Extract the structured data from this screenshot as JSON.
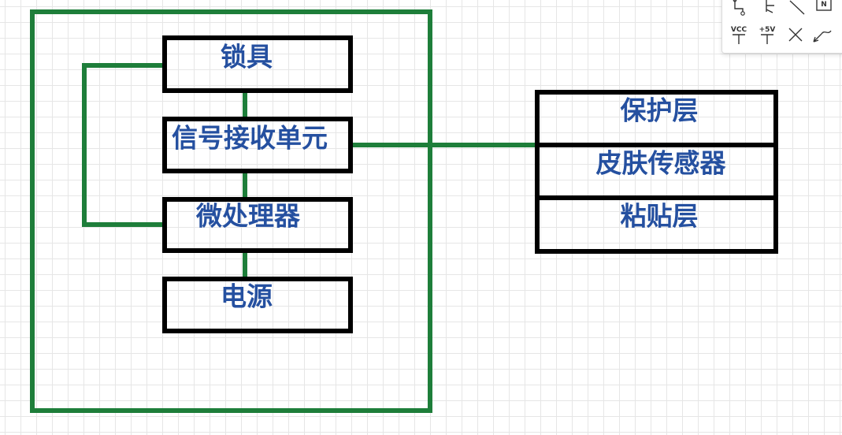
{
  "diagram": {
    "device": {
      "blocks": {
        "lock": "锁具",
        "receiver": "信号接收单元",
        "mcu": "微处理器",
        "power": "电源"
      }
    },
    "patch": {
      "layers": {
        "protective": "保护层",
        "sensor": "皮肤传感器",
        "adhesive": "粘贴层"
      }
    },
    "colors": {
      "connector": "#1e7e3a",
      "box_border": "#000000",
      "label_text": "#2550a0"
    }
  },
  "palette": {
    "vcc_label": "VCC",
    "plus5v_label": "+5V",
    "n_label": "N",
    "icons": [
      "probe-icon",
      "transistor-icon",
      "diagonal-line-icon",
      "n-terminal-icon",
      "vcc-icon",
      "plus5v-icon",
      "cross-icon",
      "pen-curve-icon"
    ]
  }
}
